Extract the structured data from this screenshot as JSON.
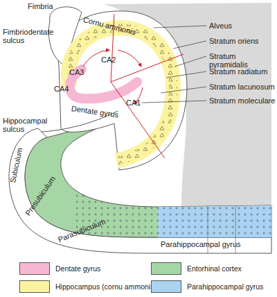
{
  "diagram": {
    "labels": [
      "Fimbria",
      "Fimbriodentate sulcus",
      "Cornu ammonis",
      "Alveus",
      "Stratum oriens",
      "Stratum pyramidalis",
      "Stratum radiatum",
      "Stratum lacunosum",
      "Stratum moleculare",
      "CA3",
      "CA2",
      "CA4",
      "CA1",
      "Hippocampal sulcus",
      "Dentate gyrus",
      "Subiculum",
      "Presubiculum",
      "Parasubiculum",
      "Parahippocampal gyrus"
    ],
    "legend": [
      {
        "text": "Dentate gyrus",
        "color": "#f7b6d2"
      },
      {
        "text": "Hippocampus (cornu ammonis)",
        "color": "#fbf3a0"
      },
      {
        "text": "Entorhinal cortex",
        "color": "#a6d6a6"
      },
      {
        "text": "Parahippocampal gyrus",
        "color": "#a9d3f0"
      }
    ]
  }
}
